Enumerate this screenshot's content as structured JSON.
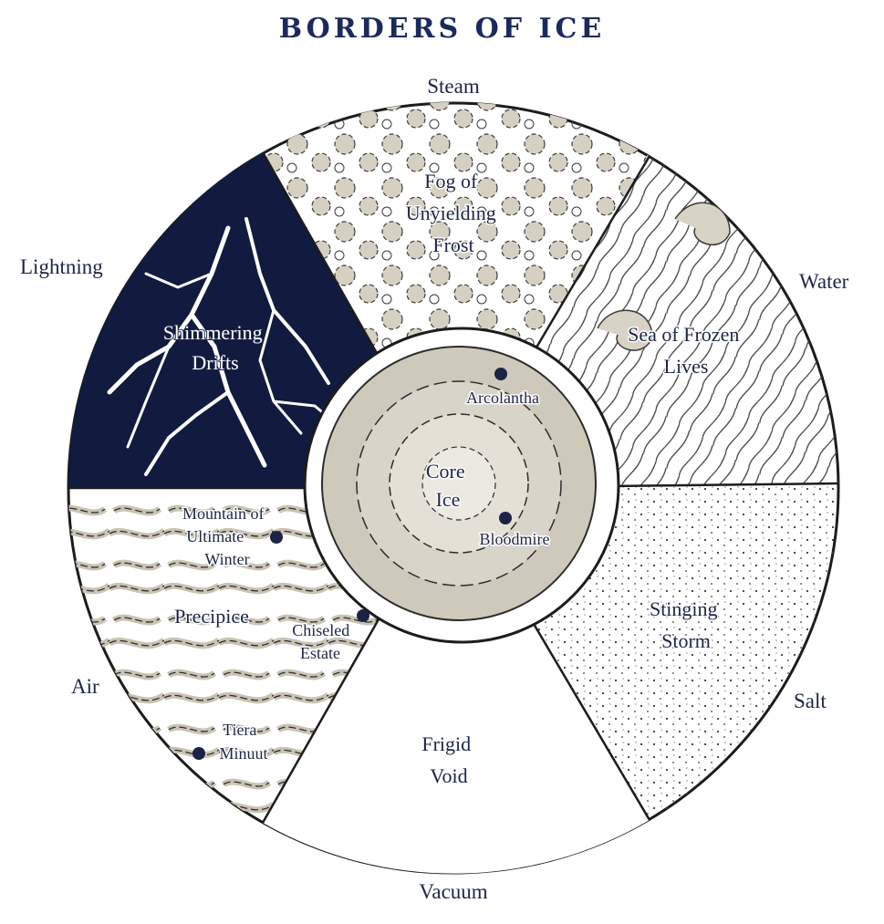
{
  "title": "BORDERS OF ICE",
  "boundaries": {
    "steam": "Steam",
    "water": "Water",
    "salt": "Salt",
    "vacuum": "Vacuum",
    "air": "Air",
    "lightning": "Lightning"
  },
  "regions": {
    "fog": [
      "Fog of",
      "Unyielding",
      "Frost"
    ],
    "sea": [
      "Sea of Frozen",
      "Lives"
    ],
    "storm": [
      "Stinging",
      "Storm"
    ],
    "void": [
      "Frigid",
      "Void"
    ],
    "precipice": "Precipice",
    "drifts": [
      "Shimmering",
      "Drifts"
    ],
    "core": [
      "Core",
      "Ice"
    ]
  },
  "places": {
    "arcolantha": "Arcolantha",
    "bloodmire": "Bloodmire",
    "mountain": [
      "Mountain of",
      "Ultimate",
      "Winter"
    ],
    "chiseled": [
      "Chiseled",
      "Estate"
    ],
    "tiera": [
      "Tiera",
      "Minuut"
    ]
  },
  "colors": {
    "ink": "#1c2547",
    "navy": "#111a3f",
    "ice": "#c9c3b4",
    "paper": "#f6f4ef"
  }
}
